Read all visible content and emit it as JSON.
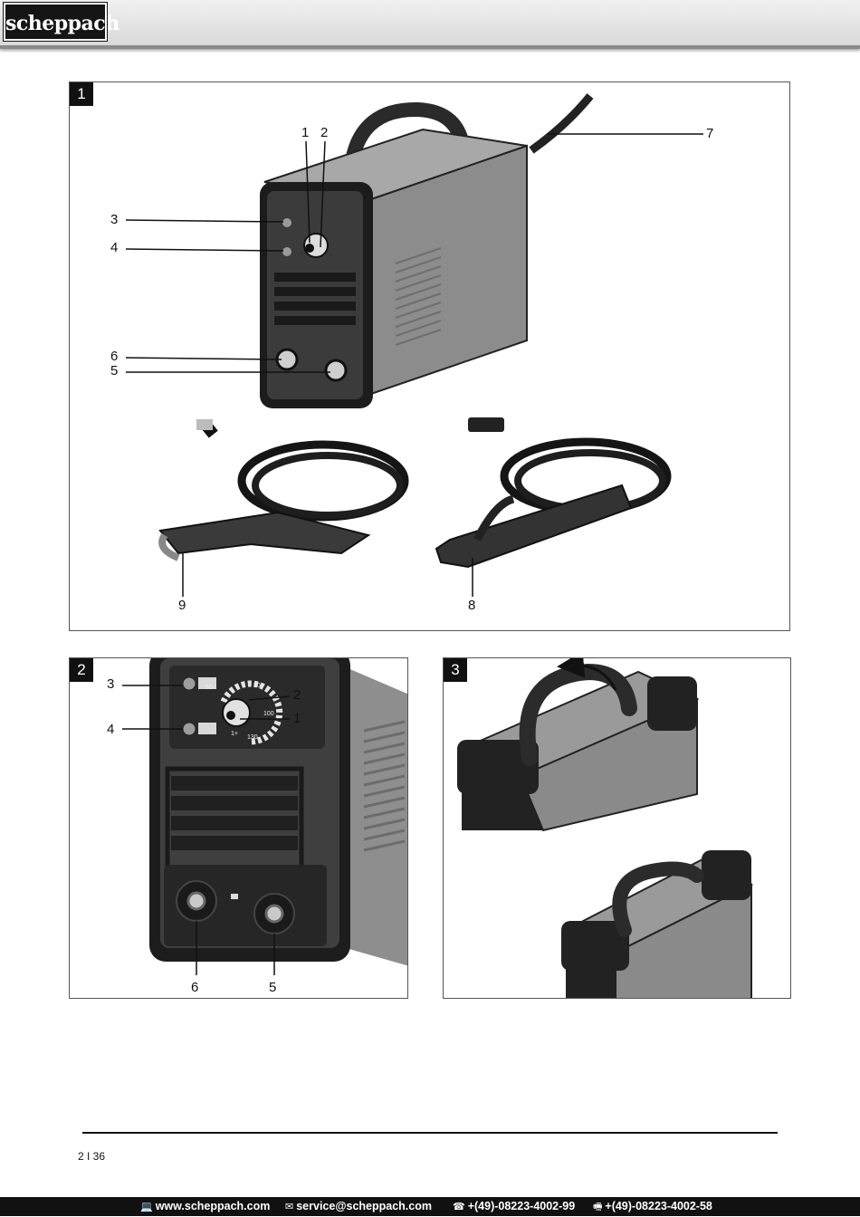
{
  "header": {
    "logo_text": "scheppach"
  },
  "figures": [
    {
      "number": "1",
      "callouts": [
        "1",
        "2",
        "3",
        "4",
        "6",
        "5",
        "7",
        "9",
        "8"
      ]
    },
    {
      "number": "2",
      "callouts": [
        "3",
        "4",
        "2",
        "1",
        "6",
        "5"
      ],
      "dial_labels": [
        "60",
        "80",
        "100",
        "130",
        "1+"
      ]
    },
    {
      "number": "3"
    }
  ],
  "page_number": "2 I 36",
  "footer": {
    "website": "www.scheppach.com",
    "email": "service@scheppach.com",
    "phone": "+(49)-08223-4002-99",
    "fax": "+(49)-08223-4002-58",
    "icons": [
      "computer-icon",
      "mail-icon",
      "phone-icon",
      "fax-icon"
    ]
  }
}
